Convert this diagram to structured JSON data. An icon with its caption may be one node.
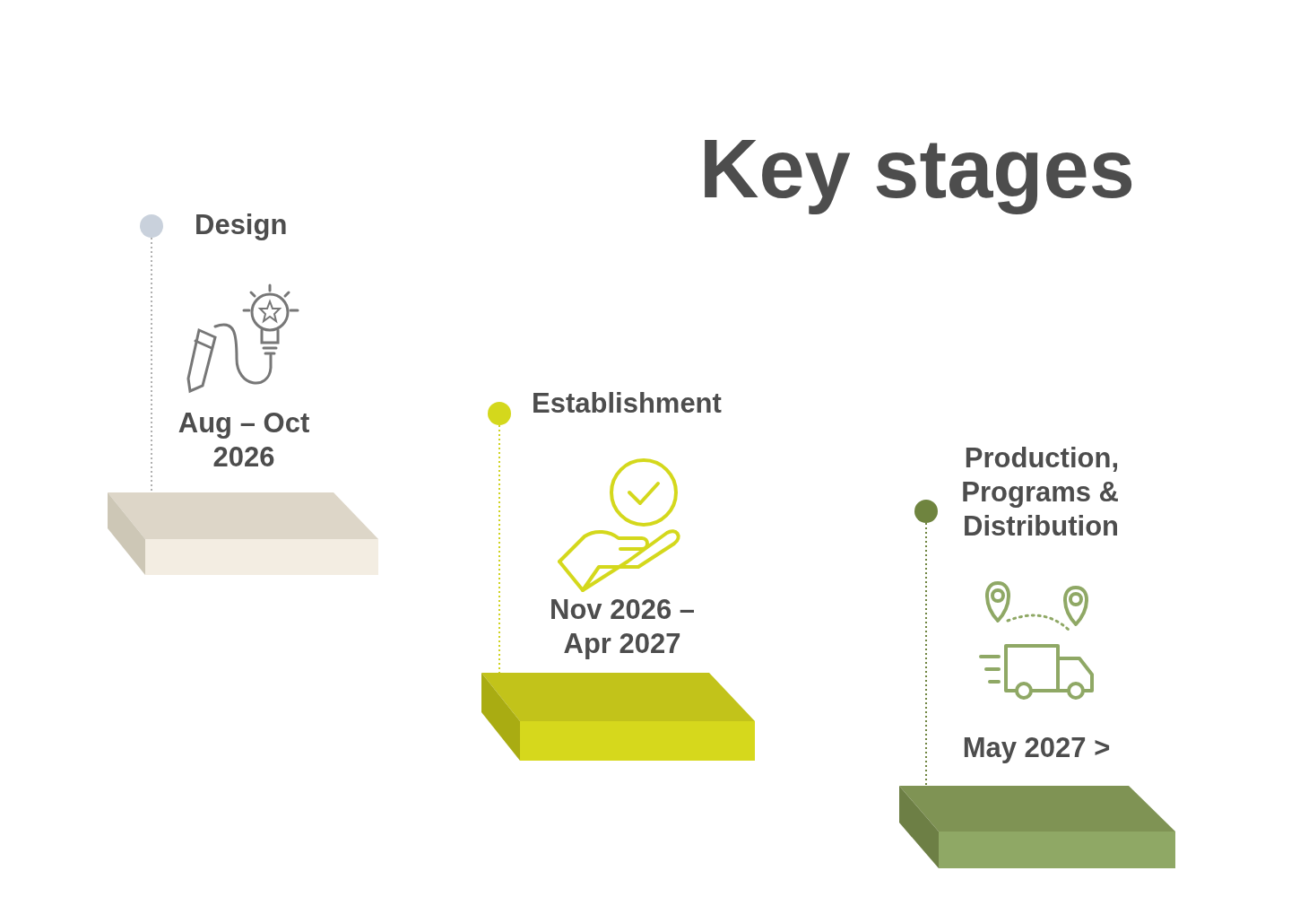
{
  "diagram": {
    "title": "Key stages",
    "nodes": [
      {
        "text": [],
        "shape": "circle",
        "beside": [
          "Design"
        ]
      },
      {
        "text": [],
        "shape": "bar",
        "beside": [
          "Aug – Oct 2026"
        ]
      },
      {
        "text": [],
        "shape": "circle",
        "beside": [
          "Establishment"
        ]
      },
      {
        "text": [],
        "shape": "bar",
        "beside": [
          "Nov 2026 – Apr 2027"
        ]
      },
      {
        "text": [],
        "shape": "circle",
        "beside": [
          "Production, Programs & Distribution"
        ]
      },
      {
        "text": [],
        "shape": "bar",
        "beside": [
          "May 2027 >"
        ]
      }
    ],
    "edges": [
      {
        "from": 0,
        "to": 1,
        "arrow": "none",
        "style": "dashed",
        "color": "#b0b0b0"
      },
      {
        "from": 2,
        "to": 3,
        "arrow": "none",
        "style": "dashed",
        "color": "#cfd31f"
      },
      {
        "from": 4,
        "to": 5,
        "arrow": "none",
        "style": "dashed",
        "color": "#6f843f"
      }
    ]
  }
}
